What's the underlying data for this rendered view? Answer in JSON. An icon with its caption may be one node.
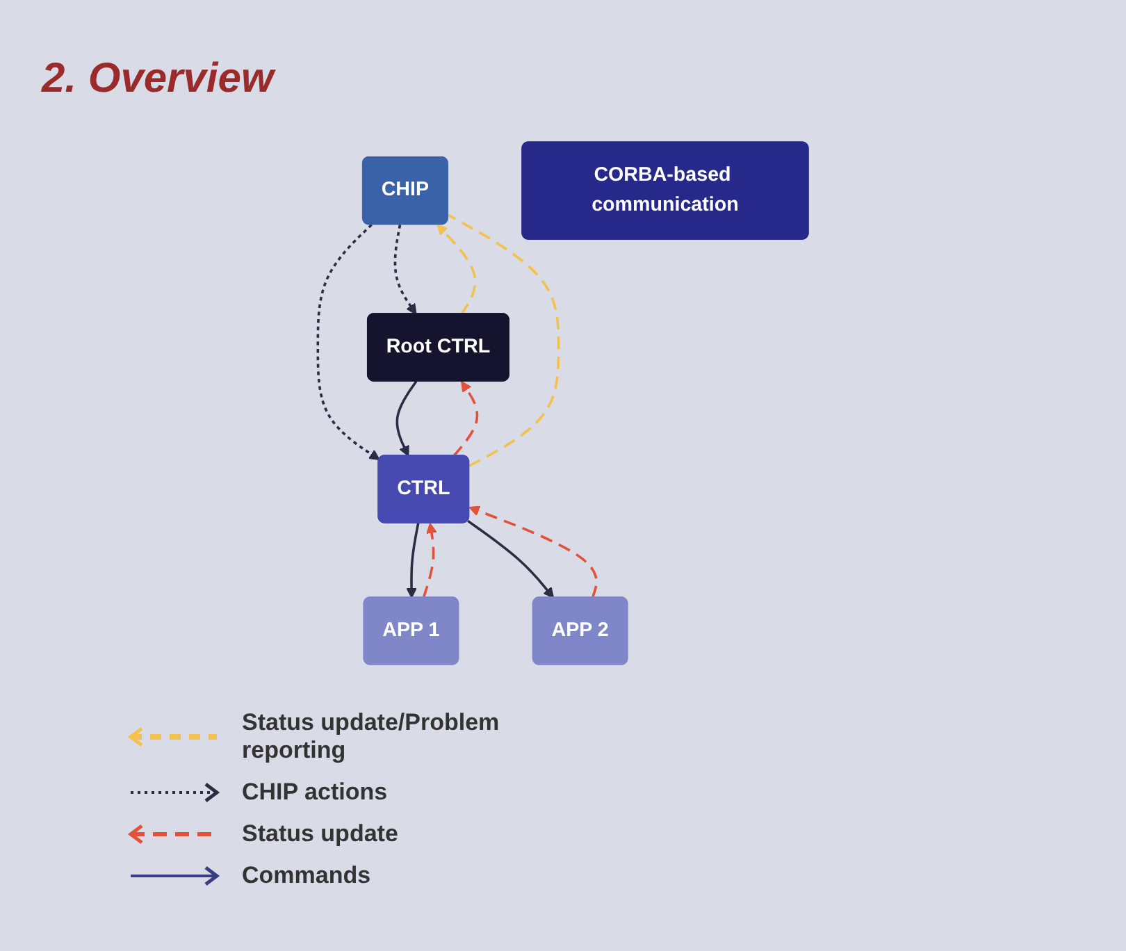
{
  "diagram": {
    "title": "2. Overview",
    "nodes": [
      {
        "text": [
          "CHIP"
        ]
      },
      {
        "text": [
          "Root CTRL"
        ]
      },
      {
        "text": [
          "CTRL"
        ]
      },
      {
        "text": [
          "APP 1"
        ]
      },
      {
        "text": [
          "APP 2"
        ]
      },
      {
        "text": [
          "CORBA-based communication"
        ]
      }
    ],
    "edges": [
      {
        "from": 0,
        "to": 1,
        "arrow": "to",
        "style": "dashed"
      },
      {
        "from": 0,
        "to": 2,
        "arrow": "to",
        "style": "dashed"
      },
      {
        "from": 1,
        "to": 2,
        "arrow": "to"
      },
      {
        "from": 2,
        "to": 3,
        "arrow": "to"
      },
      {
        "from": 2,
        "to": 4,
        "arrow": "to"
      },
      {
        "from": 2,
        "to": 1,
        "arrow": "to",
        "style": "dashed",
        "color": "#e0523a"
      },
      {
        "from": 3,
        "to": 2,
        "arrow": "to",
        "style": "dashed",
        "color": "#e0523a"
      },
      {
        "from": 4,
        "to": 2,
        "arrow": "to",
        "style": "dashed",
        "color": "#e0523a"
      },
      {
        "from": 1,
        "to": 0,
        "arrow": "to",
        "style": "dashed",
        "color": "#f2c14e"
      },
      {
        "from": 2,
        "to": 0,
        "arrow": "none",
        "style": "dashed",
        "color": "#f2c14e"
      }
    ],
    "legend": [
      {
        "text": "Status update/Problem reporting"
      },
      {
        "text": "CHIP actions"
      },
      {
        "text": "Status update"
      },
      {
        "text": "Commands"
      }
    ]
  }
}
